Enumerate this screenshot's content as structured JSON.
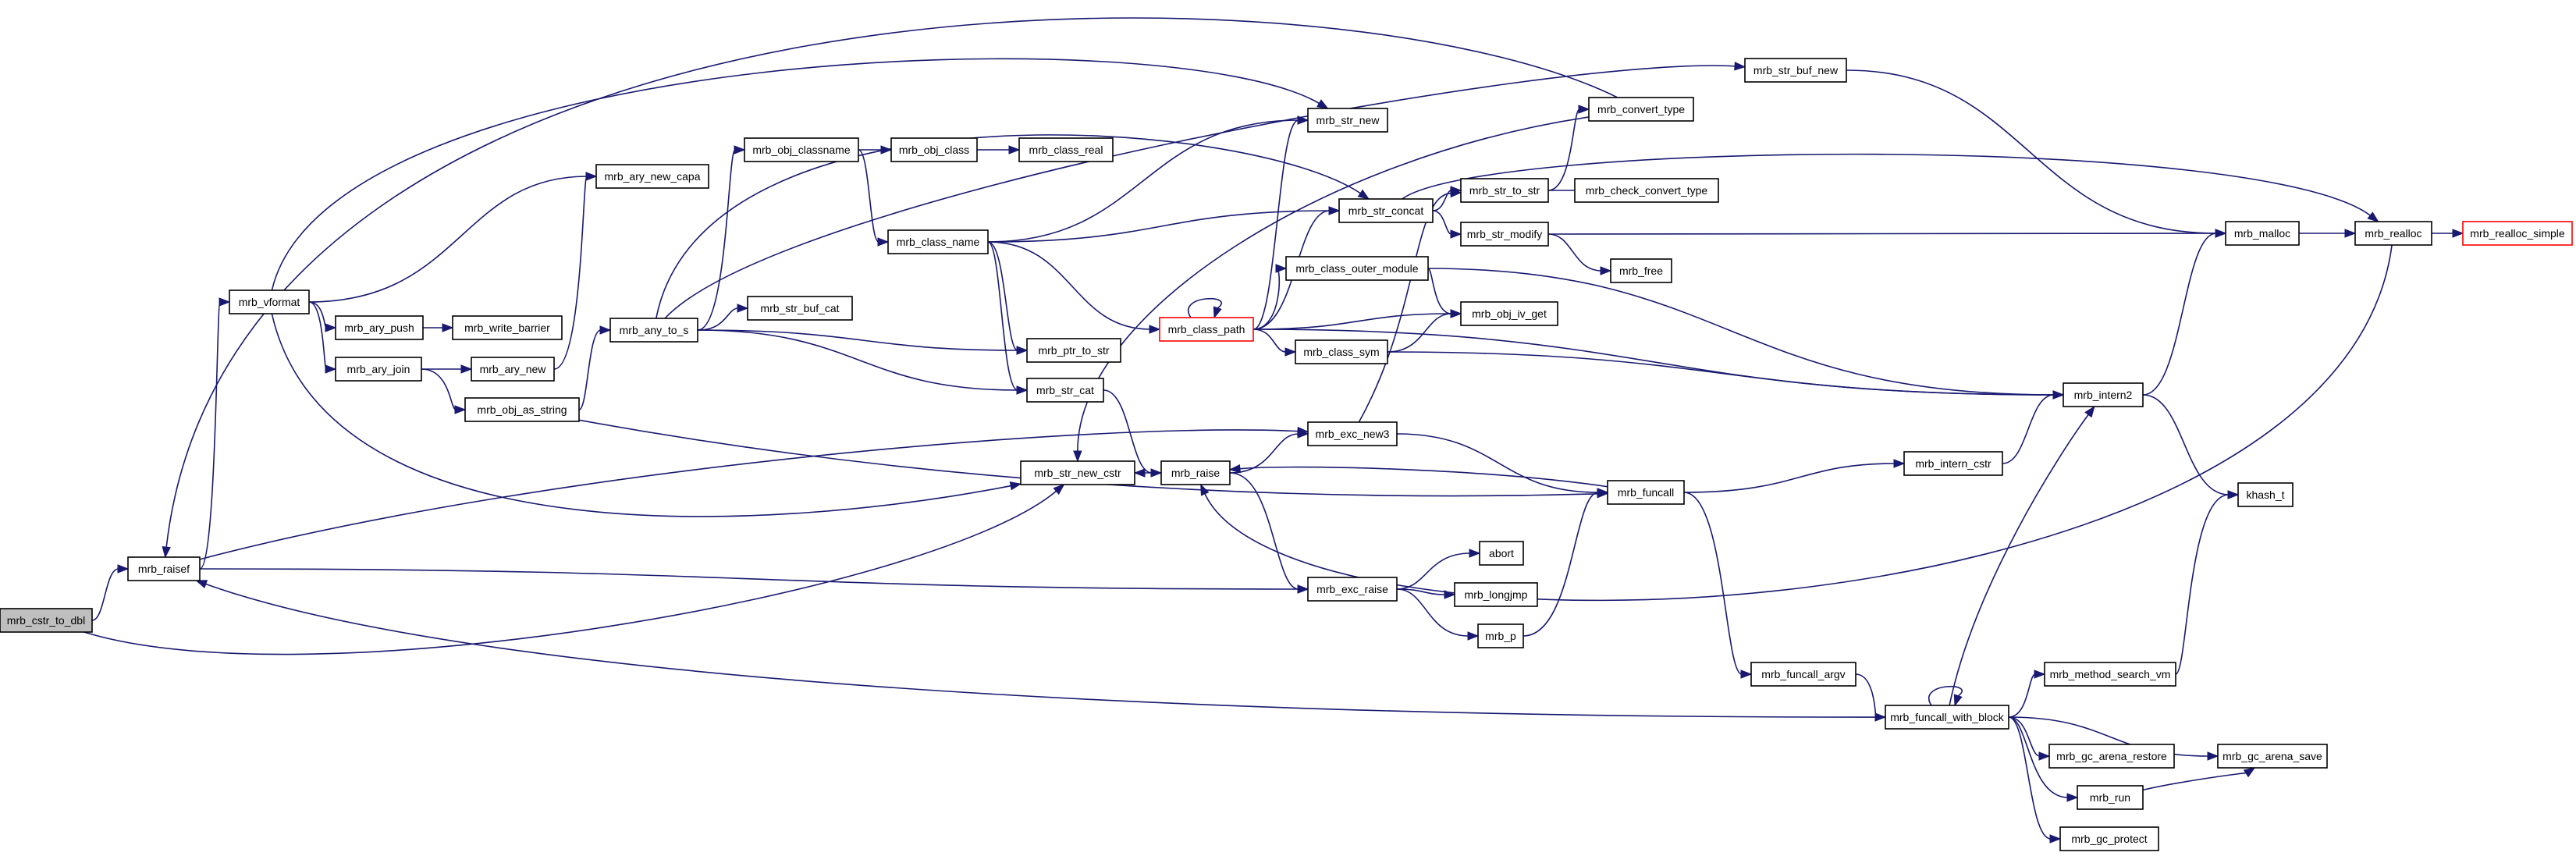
{
  "graph": {
    "edge_color": "#191970",
    "root_fill": "#bfbfbf",
    "truncated_stroke": "#ff0000",
    "nodes": [
      {
        "id": "mrb_cstr_to_dbl",
        "label": "mrb_cstr_to_dbl",
        "root": true
      },
      {
        "id": "mrb_raisef",
        "label": "mrb_raisef"
      },
      {
        "id": "mrb_str_new_cstr",
        "label": "mrb_str_new_cstr"
      },
      {
        "id": "mrb_exc_new3",
        "label": "mrb_exc_new3"
      },
      {
        "id": "mrb_exc_raise",
        "label": "mrb_exc_raise"
      },
      {
        "id": "mrb_vformat",
        "label": "mrb_vformat"
      },
      {
        "id": "mrb_ary_new_capa",
        "label": "mrb_ary_new_capa"
      },
      {
        "id": "mrb_ary_push",
        "label": "mrb_ary_push"
      },
      {
        "id": "mrb_ary_join",
        "label": "mrb_ary_join"
      },
      {
        "id": "mrb_write_barrier",
        "label": "mrb_write_barrier"
      },
      {
        "id": "mrb_ary_new",
        "label": "mrb_ary_new"
      },
      {
        "id": "mrb_obj_as_string",
        "label": "mrb_obj_as_string"
      },
      {
        "id": "mrb_any_to_s",
        "label": "mrb_any_to_s"
      },
      {
        "id": "mrb_obj_classname",
        "label": "mrb_obj_classname"
      },
      {
        "id": "mrb_str_buf_cat",
        "label": "mrb_str_buf_cat"
      },
      {
        "id": "mrb_obj_class",
        "label": "mrb_obj_class"
      },
      {
        "id": "mrb_class_real",
        "label": "mrb_class_real"
      },
      {
        "id": "mrb_class_name",
        "label": "mrb_class_name"
      },
      {
        "id": "mrb_ptr_to_str",
        "label": "mrb_ptr_to_str"
      },
      {
        "id": "mrb_str_cat",
        "label": "mrb_str_cat"
      },
      {
        "id": "mrb_raise",
        "label": "mrb_raise"
      },
      {
        "id": "mrb_str_new",
        "label": "mrb_str_new"
      },
      {
        "id": "mrb_str_concat",
        "label": "mrb_str_concat"
      },
      {
        "id": "mrb_class_outer_module",
        "label": "mrb_class_outer_module"
      },
      {
        "id": "mrb_class_path",
        "label": "mrb_class_path",
        "truncated": true
      },
      {
        "id": "mrb_class_sym",
        "label": "mrb_class_sym"
      },
      {
        "id": "mrb_str_buf_new",
        "label": "mrb_str_buf_new"
      },
      {
        "id": "mrb_convert_type",
        "label": "mrb_convert_type"
      },
      {
        "id": "mrb_str_to_str",
        "label": "mrb_str_to_str"
      },
      {
        "id": "mrb_check_convert_type",
        "label": "mrb_check_convert_type"
      },
      {
        "id": "mrb_str_modify",
        "label": "mrb_str_modify"
      },
      {
        "id": "mrb_free",
        "label": "mrb_free"
      },
      {
        "id": "mrb_obj_iv_get",
        "label": "mrb_obj_iv_get"
      },
      {
        "id": "mrb_funcall",
        "label": "mrb_funcall"
      },
      {
        "id": "abort",
        "label": "abort"
      },
      {
        "id": "mrb_longjmp",
        "label": "mrb_longjmp"
      },
      {
        "id": "mrb_p",
        "label": "mrb_p"
      },
      {
        "id": "mrb_intern_cstr",
        "label": "mrb_intern_cstr"
      },
      {
        "id": "mrb_funcall_argv",
        "label": "mrb_funcall_argv"
      },
      {
        "id": "mrb_funcall_with_block",
        "label": "mrb_funcall_with_block"
      },
      {
        "id": "mrb_method_search_vm",
        "label": "mrb_method_search_vm"
      },
      {
        "id": "mrb_gc_arena_restore",
        "label": "mrb_gc_arena_restore"
      },
      {
        "id": "mrb_gc_arena_save",
        "label": "mrb_gc_arena_save"
      },
      {
        "id": "mrb_run",
        "label": "mrb_run"
      },
      {
        "id": "mrb_gc_protect",
        "label": "mrb_gc_protect"
      },
      {
        "id": "mrb_malloc",
        "label": "mrb_malloc"
      },
      {
        "id": "mrb_realloc",
        "label": "mrb_realloc"
      },
      {
        "id": "mrb_realloc_simple",
        "label": "mrb_realloc_simple",
        "truncated": true
      },
      {
        "id": "mrb_intern2",
        "label": "mrb_intern2"
      },
      {
        "id": "khash_t",
        "label": "khash_t"
      }
    ],
    "edges": [
      [
        "mrb_cstr_to_dbl",
        "mrb_raisef"
      ],
      [
        "mrb_cstr_to_dbl",
        "mrb_str_new_cstr"
      ],
      [
        "mrb_raisef",
        "mrb_vformat"
      ],
      [
        "mrb_raisef",
        "mrb_exc_new3"
      ],
      [
        "mrb_raisef",
        "mrb_exc_raise"
      ],
      [
        "mrb_vformat",
        "mrb_ary_new_capa"
      ],
      [
        "mrb_vformat",
        "mrb_ary_push"
      ],
      [
        "mrb_vformat",
        "mrb_ary_join"
      ],
      [
        "mrb_vformat",
        "mrb_str_new"
      ],
      [
        "mrb_vformat",
        "mrb_str_new_cstr"
      ],
      [
        "mrb_ary_push",
        "mrb_write_barrier"
      ],
      [
        "mrb_ary_join",
        "mrb_ary_new"
      ],
      [
        "mrb_ary_join",
        "mrb_obj_as_string"
      ],
      [
        "mrb_ary_new",
        "mrb_ary_new_capa"
      ],
      [
        "mrb_obj_as_string",
        "mrb_any_to_s"
      ],
      [
        "mrb_obj_as_string",
        "mrb_funcall"
      ],
      [
        "mrb_any_to_s",
        "mrb_obj_classname"
      ],
      [
        "mrb_any_to_s",
        "mrb_str_buf_cat"
      ],
      [
        "mrb_any_to_s",
        "mrb_ptr_to_str"
      ],
      [
        "mrb_any_to_s",
        "mrb_str_cat"
      ],
      [
        "mrb_any_to_s",
        "mrb_str_buf_new"
      ],
      [
        "mrb_any_to_s",
        "mrb_str_concat"
      ],
      [
        "mrb_obj_classname",
        "mrb_obj_class"
      ],
      [
        "mrb_obj_classname",
        "mrb_class_name"
      ],
      [
        "mrb_obj_class",
        "mrb_class_real"
      ],
      [
        "mrb_class_name",
        "mrb_str_new"
      ],
      [
        "mrb_class_name",
        "mrb_str_concat"
      ],
      [
        "mrb_class_name",
        "mrb_class_path"
      ],
      [
        "mrb_class_name",
        "mrb_ptr_to_str"
      ],
      [
        "mrb_class_name",
        "mrb_str_cat"
      ],
      [
        "mrb_str_cat",
        "mrb_raise"
      ],
      [
        "mrb_raise",
        "mrb_str_new_cstr"
      ],
      [
        "mrb_raise",
        "mrb_exc_new3"
      ],
      [
        "mrb_raise",
        "mrb_exc_raise"
      ],
      [
        "mrb_class_path",
        "mrb_class_path"
      ],
      [
        "mrb_class_path",
        "mrb_str_new"
      ],
      [
        "mrb_class_path",
        "mrb_str_concat"
      ],
      [
        "mrb_class_path",
        "mrb_class_outer_module"
      ],
      [
        "mrb_class_path",
        "mrb_obj_iv_get"
      ],
      [
        "mrb_class_path",
        "mrb_class_sym"
      ],
      [
        "mrb_class_path",
        "mrb_intern2"
      ],
      [
        "mrb_class_outer_module",
        "mrb_obj_iv_get"
      ],
      [
        "mrb_class_outer_module",
        "mrb_intern2"
      ],
      [
        "mrb_class_sym",
        "mrb_obj_iv_get"
      ],
      [
        "mrb_class_sym",
        "mrb_intern2"
      ],
      [
        "mrb_str_concat",
        "mrb_str_to_str"
      ],
      [
        "mrb_str_concat",
        "mrb_str_modify"
      ],
      [
        "mrb_str_concat",
        "mrb_realloc"
      ],
      [
        "mrb_str_to_str",
        "mrb_convert_type"
      ],
      [
        "mrb_str_to_str",
        "mrb_check_convert_type"
      ],
      [
        "mrb_str_modify",
        "mrb_free"
      ],
      [
        "mrb_str_modify",
        "mrb_malloc"
      ],
      [
        "mrb_convert_type",
        "mrb_raisef"
      ],
      [
        "mrb_convert_type",
        "mrb_str_new_cstr"
      ],
      [
        "mrb_str_buf_new",
        "mrb_malloc"
      ],
      [
        "mrb_exc_new3",
        "mrb_funcall"
      ],
      [
        "mrb_exc_new3",
        "mrb_str_to_str"
      ],
      [
        "mrb_exc_raise",
        "abort"
      ],
      [
        "mrb_exc_raise",
        "mrb_longjmp"
      ],
      [
        "mrb_exc_raise",
        "mrb_p"
      ],
      [
        "mrb_p",
        "mrb_funcall"
      ],
      [
        "mrb_funcall",
        "mrb_raise"
      ],
      [
        "mrb_funcall",
        "mrb_intern_cstr"
      ],
      [
        "mrb_funcall",
        "mrb_funcall_argv"
      ],
      [
        "mrb_intern_cstr",
        "mrb_intern2"
      ],
      [
        "mrb_funcall_argv",
        "mrb_funcall_with_block"
      ],
      [
        "mrb_funcall_with_block",
        "mrb_funcall_with_block"
      ],
      [
        "mrb_funcall_with_block",
        "mrb_raisef"
      ],
      [
        "mrb_funcall_with_block",
        "mrb_intern2"
      ],
      [
        "mrb_funcall_with_block",
        "mrb_method_search_vm"
      ],
      [
        "mrb_funcall_with_block",
        "mrb_gc_arena_restore"
      ],
      [
        "mrb_funcall_with_block",
        "mrb_gc_arena_save"
      ],
      [
        "mrb_funcall_with_block",
        "mrb_run"
      ],
      [
        "mrb_funcall_with_block",
        "mrb_gc_protect"
      ],
      [
        "mrb_method_search_vm",
        "khash_t"
      ],
      [
        "mrb_run",
        "mrb_gc_arena_save"
      ],
      [
        "mrb_realloc",
        "mrb_realloc_simple"
      ],
      [
        "mrb_realloc",
        "mrb_raise"
      ],
      [
        "mrb_malloc",
        "mrb_realloc"
      ],
      [
        "mrb_intern2",
        "mrb_malloc"
      ],
      [
        "mrb_intern2",
        "khash_t"
      ]
    ]
  }
}
